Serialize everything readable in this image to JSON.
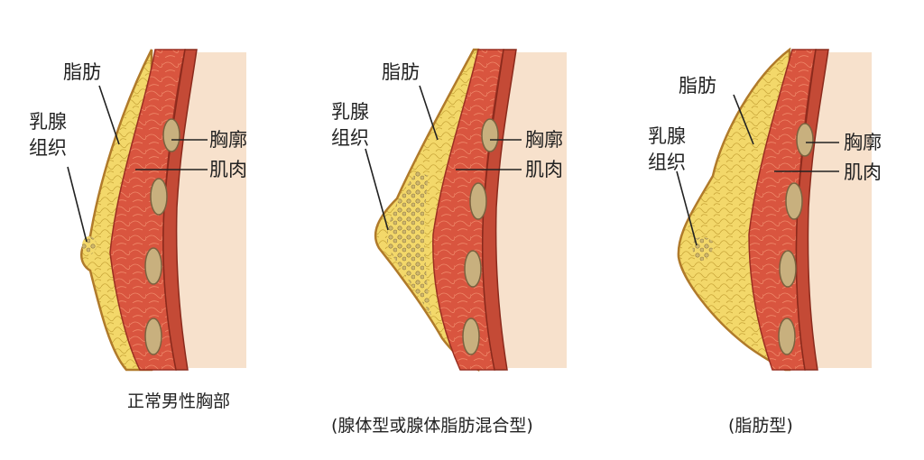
{
  "colors": {
    "chest_bg": "#f7e1cc",
    "fat": "#f3d86a",
    "fat_cell_line": "#c9a63a",
    "skin_outline": "#b07a2a",
    "muscle": "#d9553f",
    "muscle_dark": "#b83a2a",
    "rib": "#c8b07e",
    "rib_outline": "#7a6340",
    "gland": "#d8c27a",
    "pointer": "#222222"
  },
  "panels": [
    {
      "name": "male",
      "labels": {
        "fat": "脂肪",
        "gland_line1": "乳腺",
        "gland_line2": "组织",
        "rib": "胸廓",
        "muscle": "肌肉"
      },
      "caption": "正常男性胸部"
    },
    {
      "name": "glandular",
      "labels": {
        "fat": "脂肪",
        "gland_line1": "乳腺",
        "gland_line2": "组织",
        "rib": "胸廓",
        "muscle": "肌肉"
      },
      "caption": "(腺体型或腺体脂肪混合型)"
    },
    {
      "name": "fatty",
      "labels": {
        "fat": "脂肪",
        "gland_line1": "乳腺",
        "gland_line2": "组织",
        "rib": "胸廓",
        "muscle": "肌肉"
      },
      "caption": "(脂肪型)"
    }
  ]
}
